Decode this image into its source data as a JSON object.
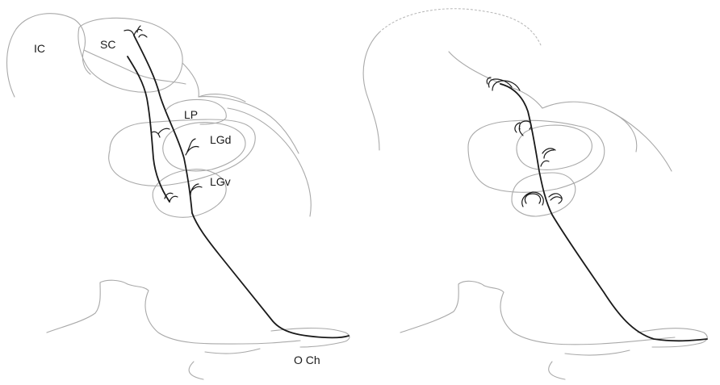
{
  "labels": {
    "ic": "IC",
    "sc": "SC",
    "lp": "LP",
    "lgd": "LGd",
    "lgv": "LGv",
    "och": "O Ch"
  },
  "colors": {
    "outline": "#a9a9a9",
    "axon": "#1a1a1a",
    "background": "#ffffff"
  }
}
